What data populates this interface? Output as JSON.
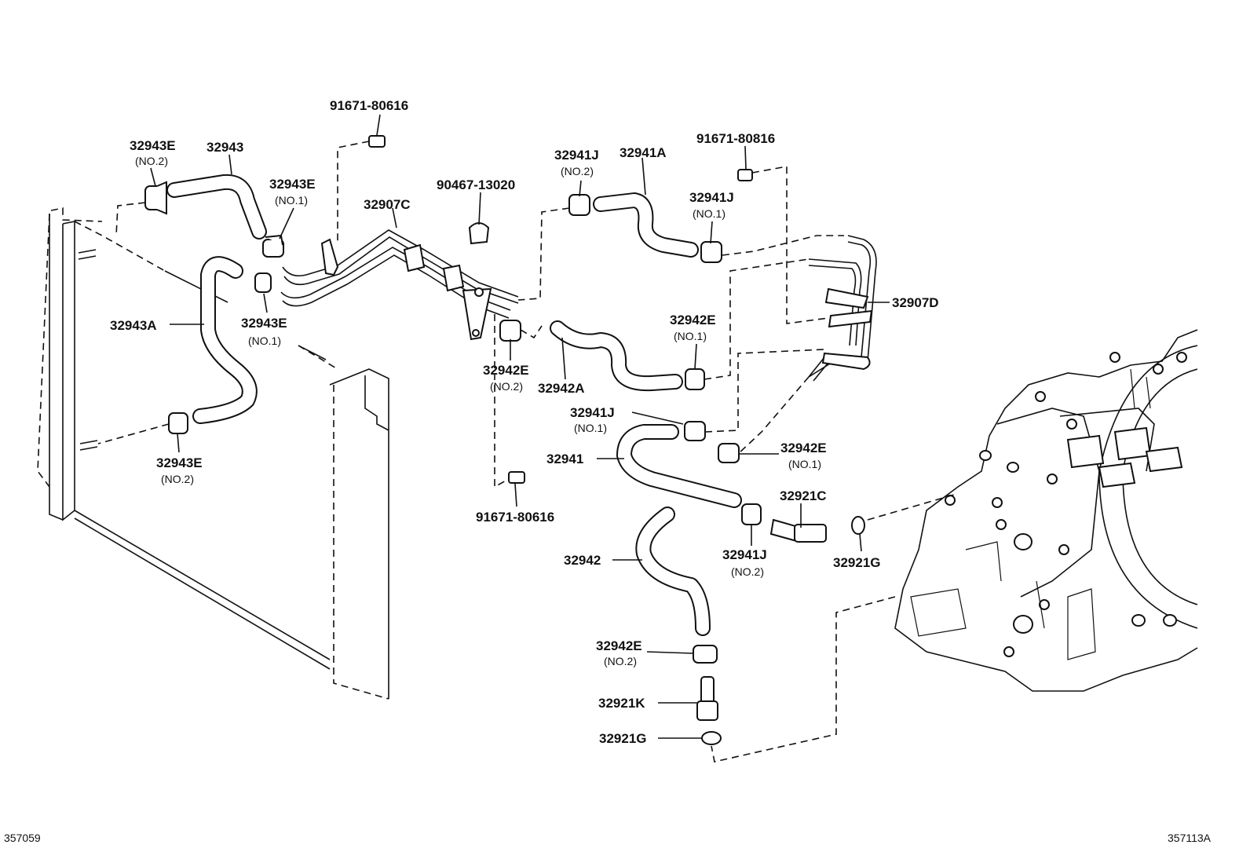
{
  "labels": {
    "bolt_top": "91671-80616",
    "clamp_32943E_no2_top": "32943E",
    "clamp_32943E_no2_top_sub": "(NO.2)",
    "hose_32943": "32943",
    "clamp_32943E_no1_a": "32943E",
    "clamp_32943E_no1_a_sub": "(NO.1)",
    "pipe_32907C": "32907C",
    "clip_90467": "90467-13020",
    "clamp_32941J_no2_top": "32941J",
    "clamp_32941J_no2_top_sub": "(NO.2)",
    "hose_32941A": "32941A",
    "bolt_right": "91671-80816",
    "clamp_32941J_no1_a": "32941J",
    "clamp_32941J_no1_a_sub": "(NO.1)",
    "hose_32943A": "32943A",
    "clamp_32943E_no1_b": "32943E",
    "clamp_32943E_no1_b_sub": "(NO.1)",
    "pipe_32907D": "32907D",
    "clamp_32942E_no1_a": "32942E",
    "clamp_32942E_no1_a_sub": "(NO.1)",
    "clamp_32942E_no2_a": "32942E",
    "clamp_32942E_no2_a_sub": "(NO.2)",
    "hose_32942A": "32942A",
    "clamp_32941J_no1_b": "32941J",
    "clamp_32941J_no1_b_sub": "(NO.1)",
    "hose_32941": "32941",
    "clamp_32942E_no1_b": "32942E",
    "clamp_32942E_no1_b_sub": "(NO.1)",
    "clamp_32943E_no2_b": "32943E",
    "clamp_32943E_no2_b_sub": "(NO.2)",
    "bolt_bottom": "91671-80616",
    "union_32921C": "32921C",
    "hose_32942": "32942",
    "clamp_32941J_no2_b": "32941J",
    "clamp_32941J_no2_b_sub": "(NO.2)",
    "gasket_32921G_a": "32921G",
    "clamp_32942E_no2_b": "32942E",
    "clamp_32942E_no2_b_sub": "(NO.2)",
    "union_32921K": "32921K",
    "gasket_32921G_b": "32921G"
  },
  "figure_codes": {
    "left": "357059",
    "right": "357113A"
  }
}
